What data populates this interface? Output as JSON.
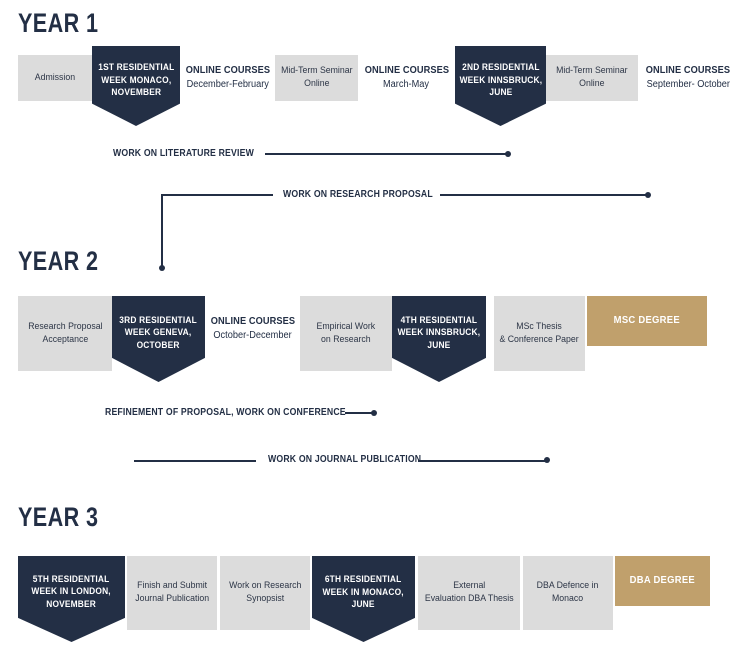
{
  "colors": {
    "navy": "#232f45",
    "gray": "#dcdcdc",
    "gold": "#c0a06c",
    "white": "#ffffff"
  },
  "years": [
    {
      "heading": "YEAR 1",
      "cells": [
        {
          "type": "gray",
          "lines": [
            "Admission"
          ]
        },
        {
          "type": "dark",
          "lines": [
            "1ST RESIDENTIAL",
            "WEEK MONACO,",
            "NOVEMBER"
          ]
        },
        {
          "type": "plain",
          "lines": [
            "ONLINE COURSES",
            "December-February"
          ]
        },
        {
          "type": "gray",
          "lines": [
            "Mid-Term Seminar",
            "Online"
          ]
        },
        {
          "type": "plain",
          "lines": [
            "ONLINE COURSES",
            "March-May"
          ]
        },
        {
          "type": "dark",
          "lines": [
            "2ND RESIDENTIAL",
            "WEEK INNSBRUCK,",
            "JUNE"
          ]
        },
        {
          "type": "gray",
          "lines": [
            "Mid-Term Seminar",
            "Online"
          ]
        },
        {
          "type": "plain",
          "lines": [
            "ONLINE COURSES",
            "September- October"
          ]
        }
      ]
    },
    {
      "heading": "YEAR 2",
      "cells": [
        {
          "type": "gray",
          "lines": [
            "Research Proposal",
            "Acceptance"
          ]
        },
        {
          "type": "dark",
          "lines": [
            "3RD RESIDENTIAL",
            "WEEK GENEVA,",
            "OCTOBER"
          ]
        },
        {
          "type": "plain",
          "lines": [
            "ONLINE COURSES",
            "October-December"
          ]
        },
        {
          "type": "gray",
          "lines": [
            "Empirical Work",
            "on Research"
          ]
        },
        {
          "type": "dark",
          "lines": [
            "4TH RESIDENTIAL",
            "WEEK INNSBRUCK,",
            "JUNE"
          ]
        },
        {
          "type": "gray",
          "lines": [
            "MSc Thesis",
            "& Conference Paper"
          ]
        },
        {
          "type": "gold",
          "lines": [
            "MSC DEGREE"
          ]
        }
      ]
    },
    {
      "heading": "YEAR 3",
      "cells": [
        {
          "type": "dark",
          "lines": [
            "5TH RESIDENTIAL",
            "WEEK IN LONDON,",
            "NOVEMBER"
          ]
        },
        {
          "type": "gray",
          "lines": [
            "Finish and Submit",
            "Journal Publication"
          ]
        },
        {
          "type": "gray",
          "lines": [
            "Work on  Research",
            "Synopsist"
          ]
        },
        {
          "type": "dark",
          "lines": [
            "6TH RESIDENTIAL",
            "WEEK IN MONACO,",
            "JUNE"
          ]
        },
        {
          "type": "gray",
          "lines": [
            "External",
            "Evaluation DBA Thesis"
          ]
        },
        {
          "type": "gray",
          "lines": [
            "DBA Defence in",
            "Monaco"
          ]
        },
        {
          "type": "gold",
          "lines": [
            "DBA DEGREE"
          ]
        }
      ]
    }
  ],
  "connectors": [
    {
      "label": "WORK ON LITERATURE REVIEW"
    },
    {
      "label": "WORK ON RESEARCH PROPOSAL"
    },
    {
      "label": "REFINEMENT OF PROPOSAL, WORK ON CONFERENCE"
    },
    {
      "label": "WORK ON JOURNAL PUBLICATION"
    }
  ]
}
